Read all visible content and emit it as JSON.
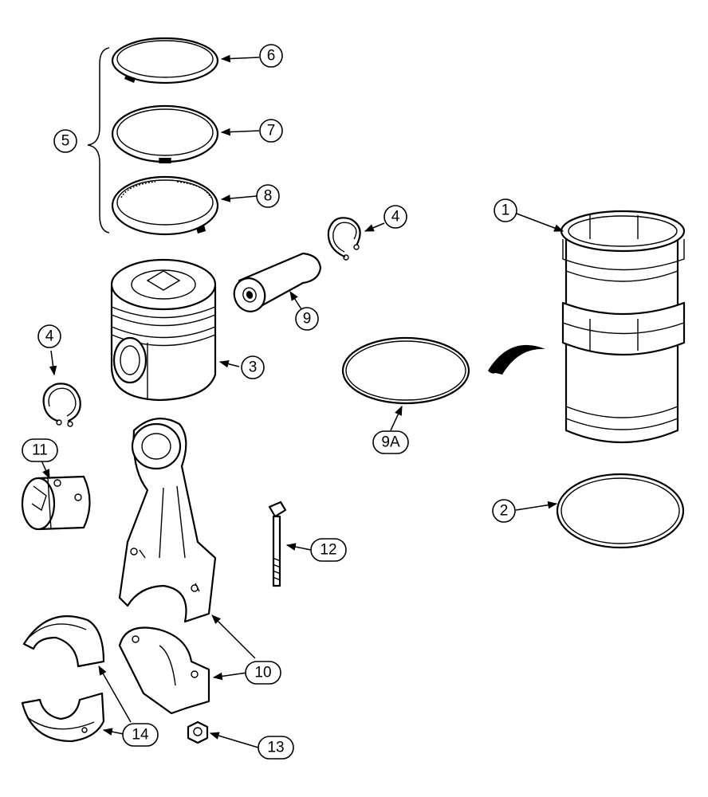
{
  "callouts": {
    "c1": "1",
    "c2": "2",
    "c3": "3",
    "c4a": "4",
    "c4b": "4",
    "c5": "5",
    "c6": "6",
    "c7": "7",
    "c8": "8",
    "c9": "9",
    "c9a": "9A",
    "c10": "10",
    "c11": "11",
    "c12": "12",
    "c13": "13",
    "c14": "14"
  },
  "colors": {
    "line": "#000000",
    "background": "#ffffff"
  }
}
